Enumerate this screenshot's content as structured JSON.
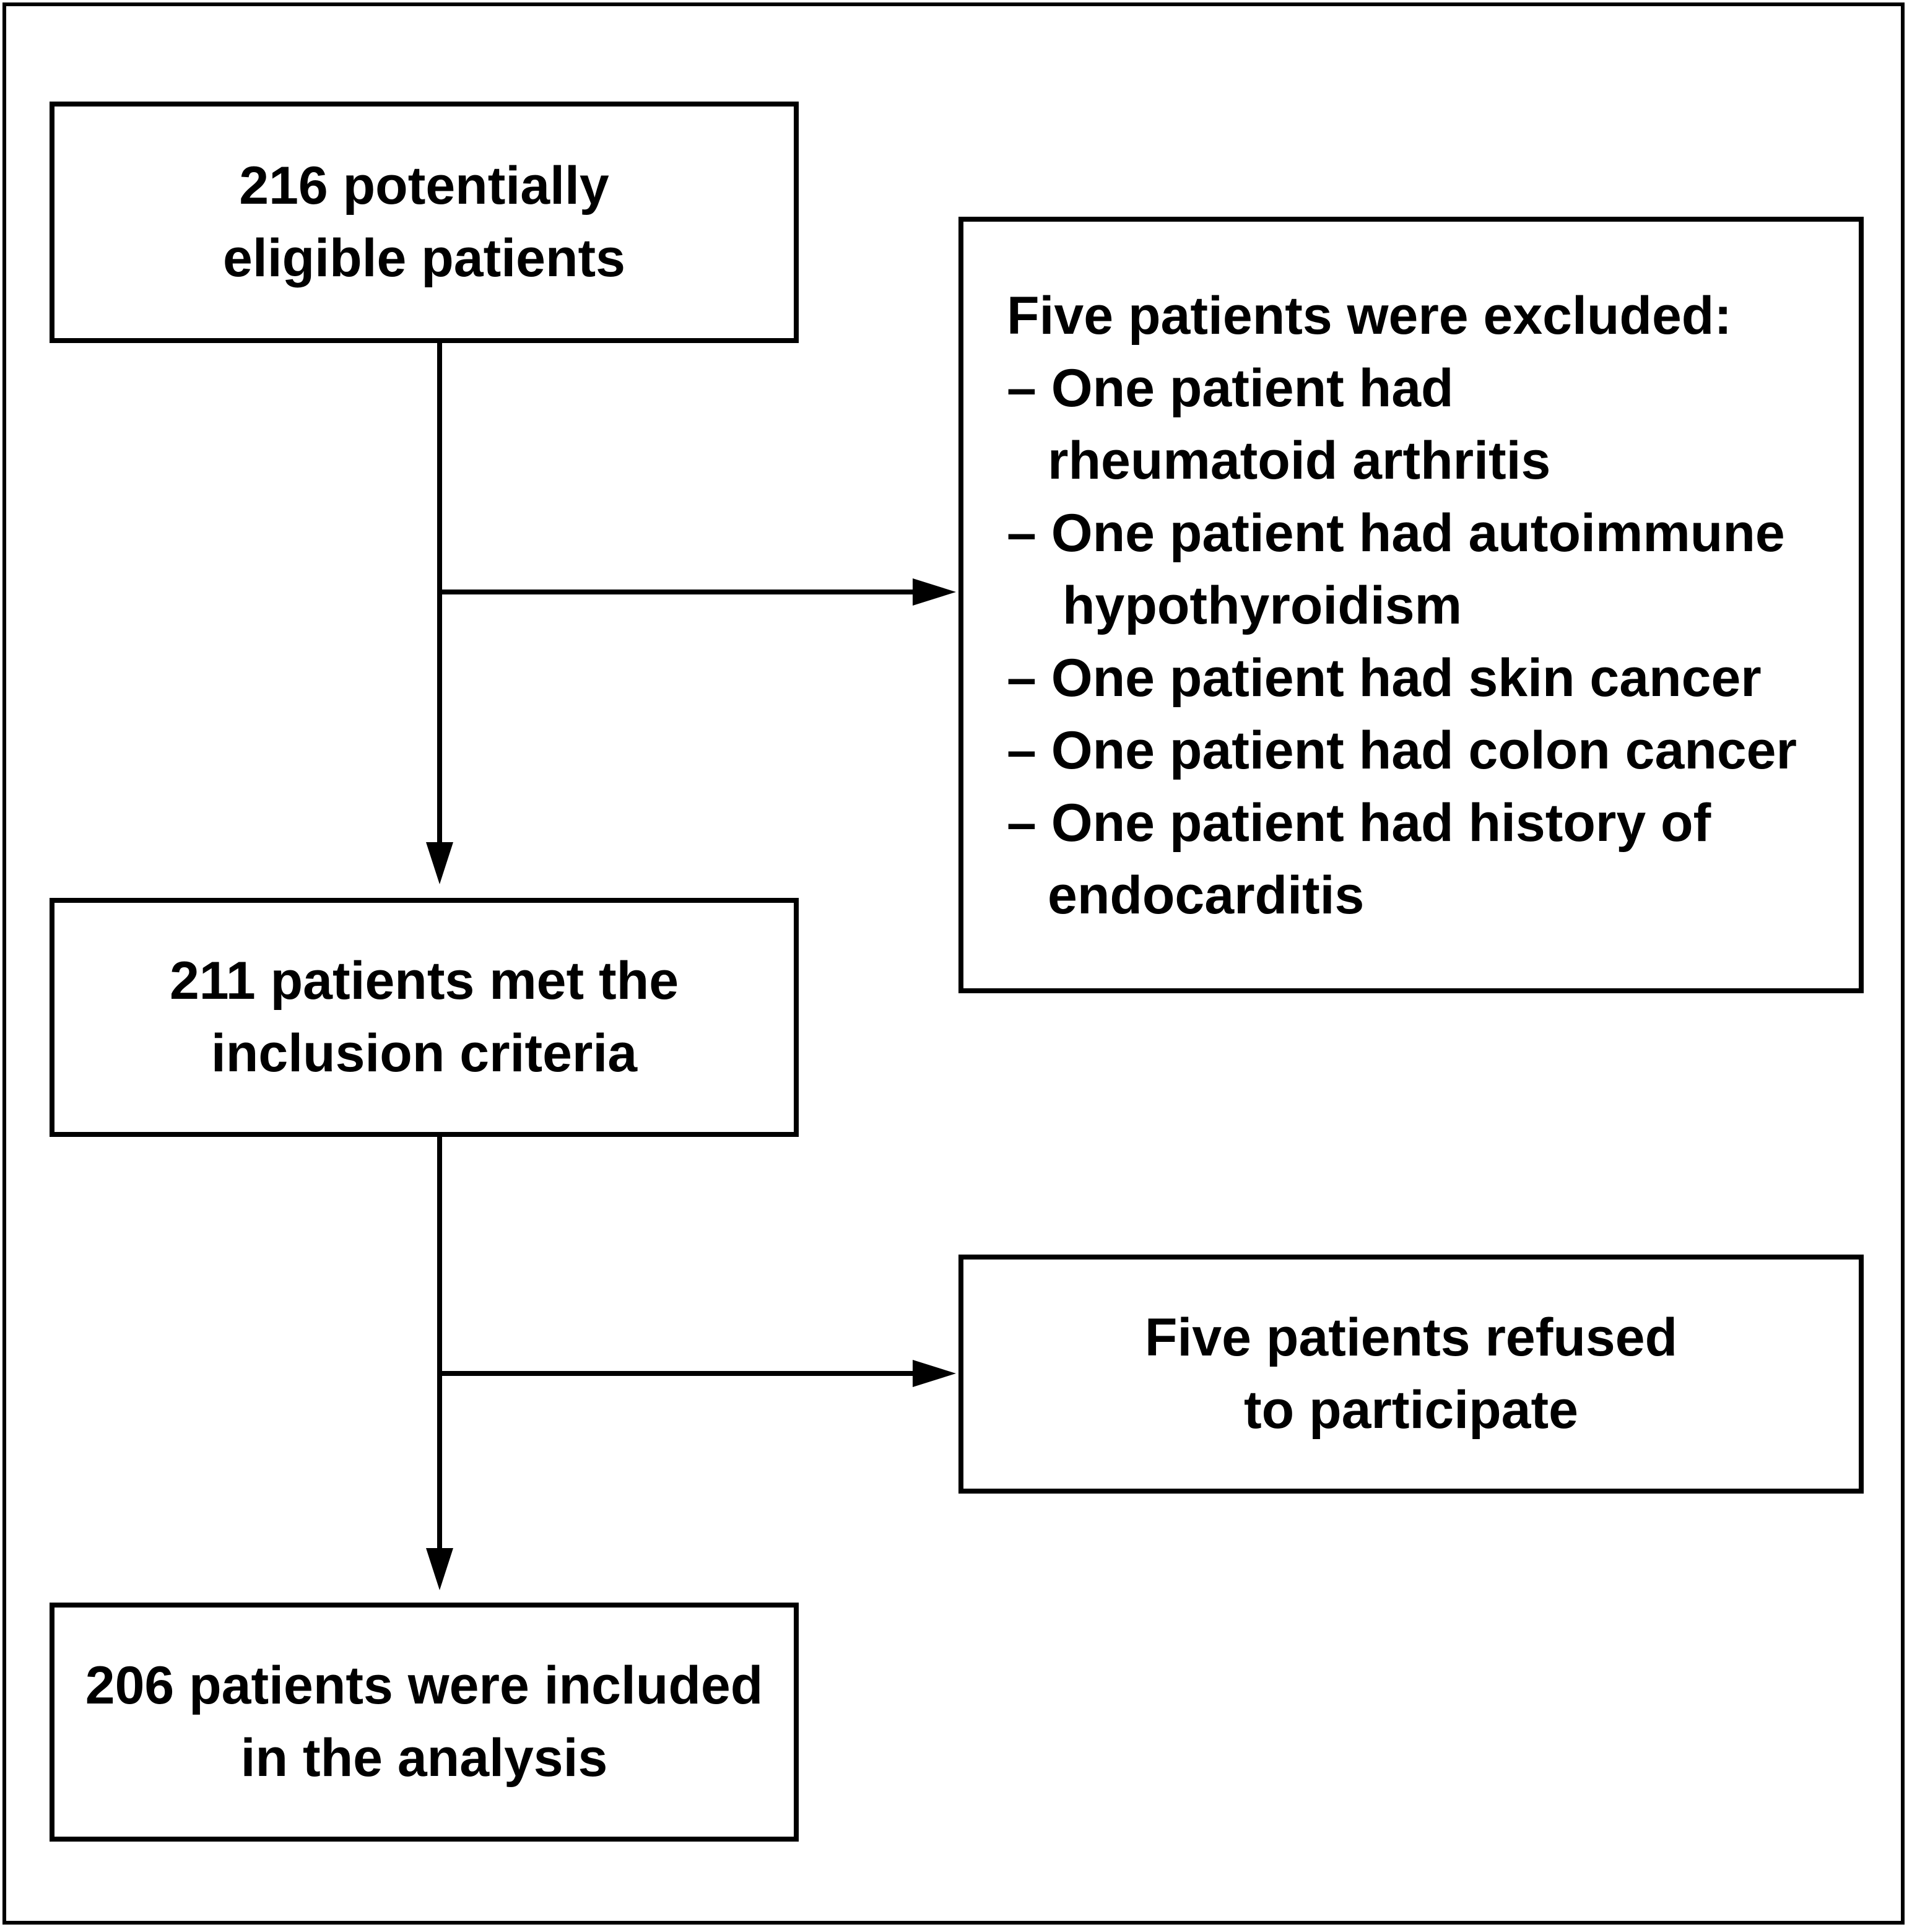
{
  "boxes": {
    "eligible": "216 potentially\neligible patients",
    "met_criteria": "211 patients met the\ninclusion criteria",
    "included_analysis": "206 patients were included\nin the analysis",
    "refused": "Five patients refused\nto participate"
  },
  "excluded": {
    "heading": "Five patients were excluded:",
    "items": [
      {
        "line1": "– One patient had",
        "line2": "rheumatoid arthritis"
      },
      {
        "line1": "– One patient had autoimmune",
        "line2": "hypothyroidism"
      },
      {
        "line1": "– One patient had skin cancer",
        "line2": ""
      },
      {
        "line1": "– One patient had colon cancer",
        "line2": ""
      },
      {
        "line1": "– One patient had history of",
        "line2": "endocarditis"
      }
    ]
  },
  "colors": {
    "stroke": "#000000",
    "background": "#ffffff"
  }
}
